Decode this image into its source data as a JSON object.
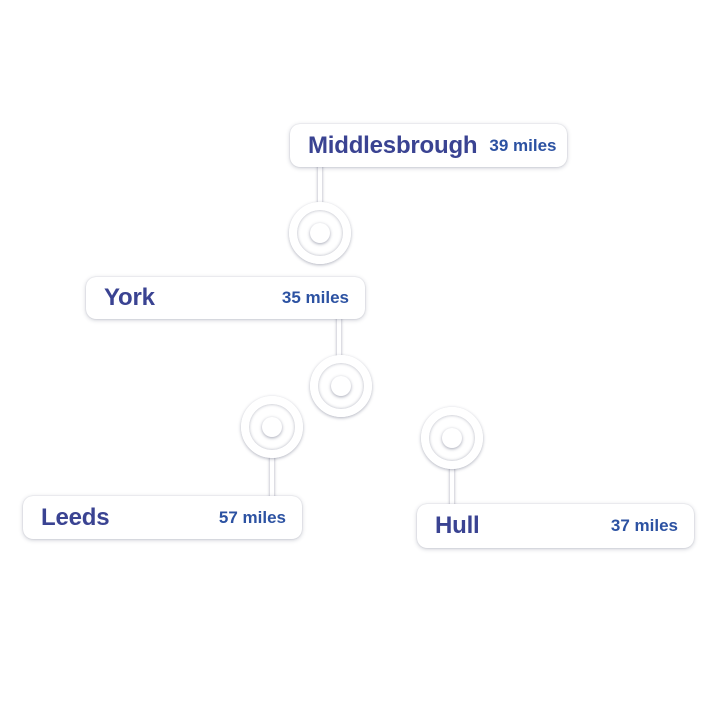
{
  "palette": {
    "background": "#ffffff",
    "pill_background": "#ffffff",
    "marker_color": "#ffffff",
    "city_text_color": "#3A4392",
    "distance_text_color": "#2C52A2"
  },
  "icons": {
    "map_marker": "white-ring-with-center-dot"
  },
  "cities": [
    {
      "name": "Middlesbrough",
      "distance": "39 miles"
    },
    {
      "name": "York",
      "distance": "35 miles"
    },
    {
      "name": "Leeds",
      "distance": "57 miles"
    },
    {
      "name": "Hull",
      "distance": "37 miles"
    }
  ]
}
